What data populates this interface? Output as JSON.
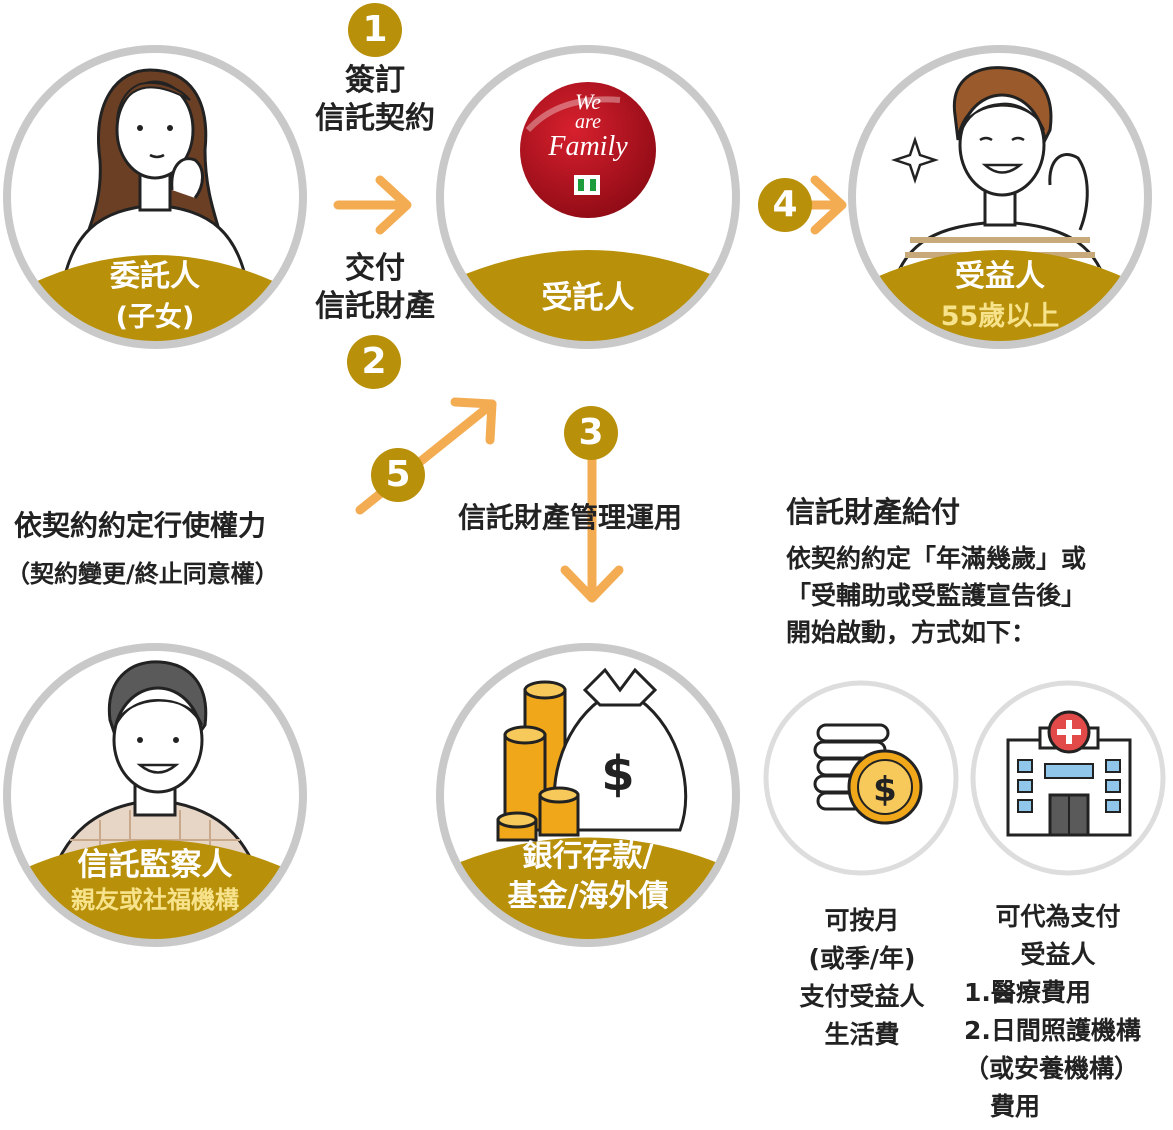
{
  "colors": {
    "gold": "#B8900A",
    "orange": "#F3AC52",
    "ring": "#C9C9C9",
    "dark_text": "#222222",
    "logo_red": "#B0111E",
    "logo_green": "#1E9B3A"
  },
  "steps": {
    "s1": "1",
    "s2": "2",
    "s3": "3",
    "s4": "4",
    "s5": "5"
  },
  "entrustor": {
    "name": "委託人",
    "sub": "(子女)"
  },
  "trustee": {
    "name": "受託人"
  },
  "beneficiary": {
    "name": "受益人",
    "sub": "55歲以上"
  },
  "supervisor": {
    "name": "信託監察人",
    "sub": "親友或社福機構"
  },
  "investment": {
    "line1": "銀行存款/",
    "line2": "基金/海外債"
  },
  "logo": {
    "line1": "We",
    "line2": "are",
    "line3": "Family"
  },
  "flow": {
    "sign_line1": "簽訂",
    "sign_line2": "信託契約",
    "deliver_line1": "交付",
    "deliver_line2": "信託財產",
    "manage": "信託財產管理運用",
    "rights_title": "依契約約定行使權力",
    "rights_sub": "（契約變更/終止同意權）"
  },
  "payout": {
    "title": "信託財產給付",
    "line1": "依契約約定「年滿幾歲」或",
    "line2": "「受輔助或受監護宣告後」",
    "line3": "開始啟動，方式如下："
  },
  "monthly": {
    "icon": "coins-icon",
    "line1": "可按月",
    "line2": "(或季/年)",
    "line3": "支付受益人",
    "line4": "生活費"
  },
  "hospital": {
    "icon": "hospital-icon",
    "line1": "可代為支付",
    "line2": "受益人",
    "line3": "1.醫療費用",
    "line4": "2.日間照護機構",
    "line5": "（或安養機構）",
    "line6": "費用"
  }
}
